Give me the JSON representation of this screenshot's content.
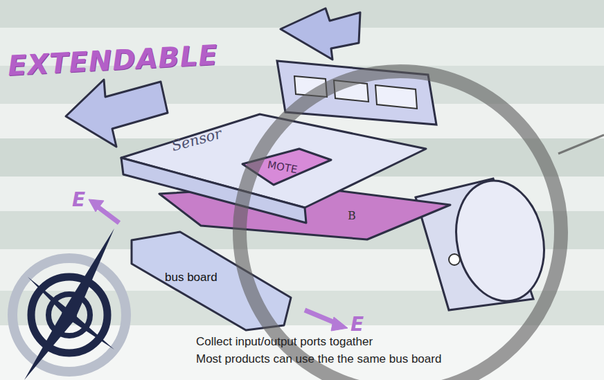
{
  "diagram": {
    "nodes": [
      {
        "text": [
          "Sensor"
        ]
      },
      {
        "text": [
          "MOTE"
        ],
        "in": 0
      },
      {
        "text": [
          "B"
        ]
      },
      {
        "text": [
          "bus board"
        ]
      }
    ],
    "labels": [
      "EXTENDABLE",
      "E",
      "E",
      "Collect input/output ports togather",
      "Most products can use the the same bus board"
    ]
  }
}
